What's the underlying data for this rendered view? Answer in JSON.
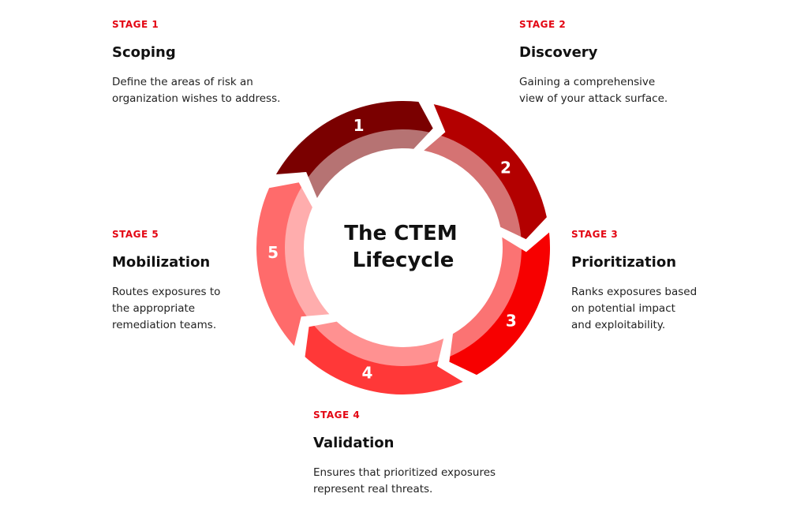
{
  "center": {
    "line1": "The CTEM",
    "line2": "Lifecycle"
  },
  "stages": [
    {
      "number": "1",
      "label": "STAGE 1",
      "title": "Scoping",
      "description": "Define the areas of risk an\norganization wishes to address.",
      "color": "#7a0000"
    },
    {
      "number": "2",
      "label": "STAGE 2",
      "title": "Discovery",
      "description": "Gaining a comprehensive\nview of your attack surface.",
      "color": "#b30000"
    },
    {
      "number": "3",
      "label": "STAGE 3",
      "title": "Prioritization",
      "description": "Ranks exposures based\non potential impact\nand exploitability.",
      "color": "#f70000"
    },
    {
      "number": "4",
      "label": "STAGE 4",
      "title": "Validation",
      "description": "Ensures that prioritized exposures\nrepresent real threats.",
      "color": "#ff3838"
    },
    {
      "number": "5",
      "label": "STAGE 5",
      "title": "Mobilization",
      "description": "Routes exposures to\nthe appropriate\nremediation teams.",
      "color": "#ff6b6b"
    }
  ],
  "colors": {
    "accent": "#e30613",
    "inner_ring_tint": "#ffffff"
  }
}
